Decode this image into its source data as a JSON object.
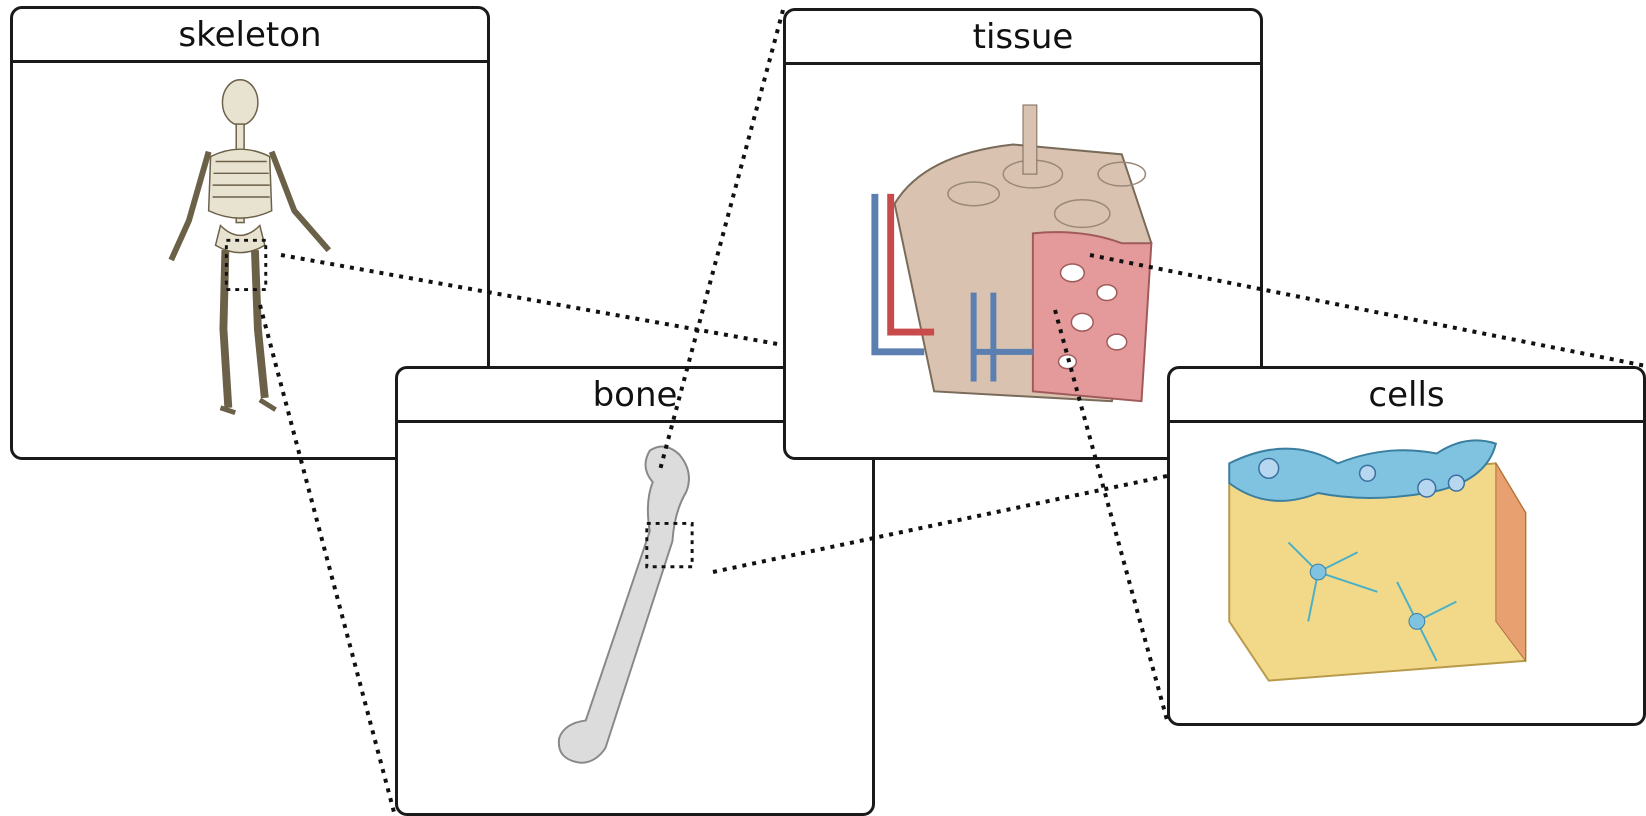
{
  "panels": {
    "skeleton": {
      "title": "skeleton"
    },
    "bone": {
      "title": "bone"
    },
    "tissue": {
      "title": "tissue"
    },
    "cells": {
      "title": "cells"
    }
  },
  "colors": {
    "border": "#1a1a1a",
    "bone": "#e8e2d0",
    "vessel_red": "#c94a4a",
    "vessel_blue": "#5a7fb0",
    "spongy": "#e49a9a",
    "cell_blue": "#7fc3e0",
    "matrix_yellow": "#f2d98a"
  }
}
